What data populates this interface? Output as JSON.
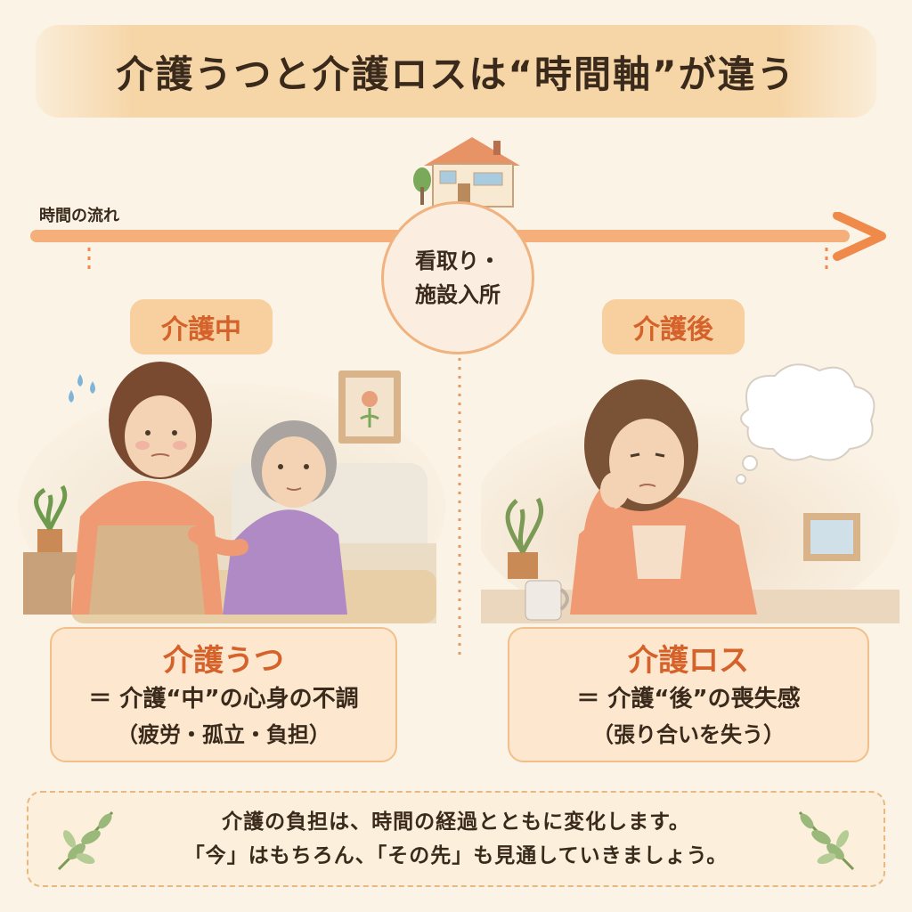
{
  "title": "介護うつと介護ロスは“時間軸”が違う",
  "timeline": {
    "label": "時間の流れ",
    "center_line1": "看取り・",
    "center_line2": "施設入所"
  },
  "left": {
    "stage": "介護中",
    "term": "介護うつ",
    "definition": "＝ 介護“中”の心身の不調",
    "note": "（疲労・孤立・負担）"
  },
  "right": {
    "stage": "介護後",
    "term": "介護ロス",
    "definition": "＝ 介護“後”の喪失感",
    "note": "（張り合いを失う）"
  },
  "bottom": {
    "line1": "介護の負担は、時間の経過とともに変化します。",
    "line2": "「今」はもちろん、「その先」も見通していきましょう。"
  },
  "icons": [
    "house-icon",
    "sweat-drops-icon",
    "thought-bubble-icon",
    "leaf-icon"
  ],
  "colors": {
    "accent": "#d4622a",
    "arrow": "#f2a266",
    "panel": "#fde8cf",
    "background": "#fbf3e6"
  }
}
